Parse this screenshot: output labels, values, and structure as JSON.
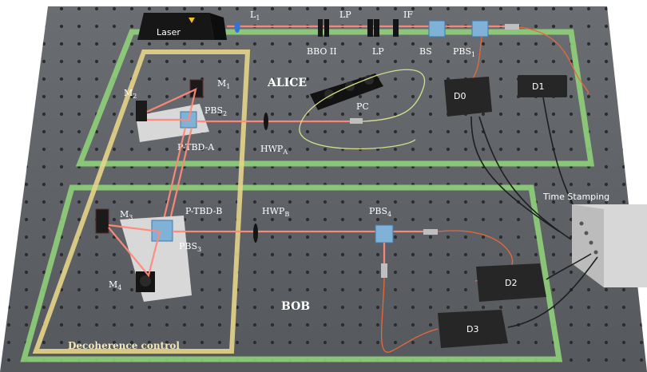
{
  "title": "",
  "labels": {
    "laser": "Laser",
    "l1": "L",
    "l1_sub": "1",
    "lp_top": "LP",
    "bbo": "BBO II",
    "lp_mid": "LP",
    "if": "IF",
    "bs": "BS",
    "pbs1": "PBS",
    "pbs1_sub": "1",
    "alice": "ALICE",
    "m1": "M",
    "m1_sub": "1",
    "m2": "M",
    "m2_sub": "2",
    "pbs2": "PBS",
    "pbs2_sub": "2",
    "pc": "PC",
    "hwpa": "HWP",
    "hwpa_sub": "A",
    "ptbda": "P-TBD-A",
    "d0": "D0",
    "d1": "D1",
    "time_stamping": "Time Stamping",
    "m3": "M",
    "m3_sub": "3",
    "ptbdb": "P-TBD-B",
    "hwpb": "HWP",
    "hwpb_sub": "B",
    "pbs4": "PBS",
    "pbs4_sub": "4",
    "pbs3": "PBS",
    "pbs3_sub": "3",
    "m4": "M",
    "m4_sub": "4",
    "bob": "BOB",
    "d2": "D2",
    "d3": "D3",
    "decoherence": "Decoherence control"
  },
  "colors": {
    "table": "#5c5f63",
    "alice_border": "#8fd07a",
    "bob_border": "#8fd07a",
    "decoherence_border": "#e6d48a",
    "beam": "#ff8a7a",
    "fiber_yellow": "#d7df8a",
    "fiber_orange": "#e9683a",
    "detector": "#262626"
  }
}
